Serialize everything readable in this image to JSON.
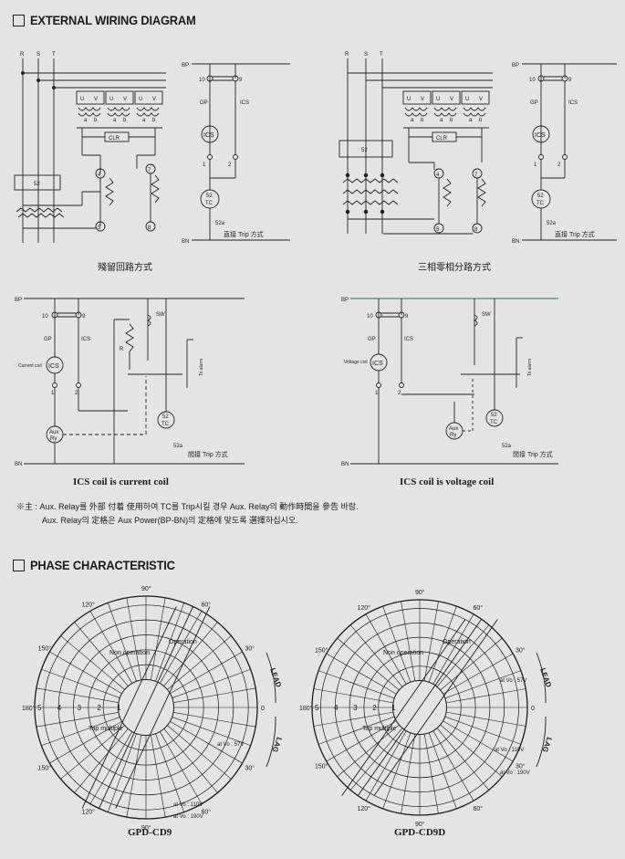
{
  "sections": {
    "wiring_title": "EXTERNAL WIRING DIAGRAM",
    "phase_title": "PHASE CHARACTERISTIC"
  },
  "labels": {
    "R": "R",
    "S": "S",
    "T": "T",
    "BP": "BP",
    "BN": "BN",
    "U": "U",
    "V": "V",
    "a": "a",
    "b": "b",
    "CLR": "CLR",
    "ICS": "ICS",
    "GP": "GP",
    "SW": "SW",
    "n52": "52",
    "TC": "TC",
    "n52a": "52a",
    "n10": "10",
    "n9": "9",
    "n1": "1",
    "n2": "2",
    "n4": "4",
    "n5": "5",
    "n7": "7",
    "n8": "8",
    "Aux": "Aux",
    "Ry": "Ry",
    "to_alarm": "To alarm",
    "Rlabel": "R",
    "current_coil": "Current coil",
    "voltage_coil": "Voltage coil",
    "direct_trip": "直接 Trip 方式",
    "indirect_trip": "間接 Trip 方式"
  },
  "captions": {
    "residual": "殘留回路方式",
    "three_phase": "三相零相分路方式",
    "current_coil": "ICS coil is current coil",
    "voltage_coil": "ICS coil is voltage coil"
  },
  "notes": {
    "line1": "※主 : Aux. Relay를 外部 付着 使用하여 TC를 Trip시킬 경우 Aux. Relay의 動作時間을 參告 바람.",
    "line2": "Aux. Relay의 定格은 Aux Power(BP-BN)의 定格에 맞도록 選擇하십시오."
  },
  "polar": {
    "angles": [
      "90°",
      "60°",
      "30°",
      "0",
      "30°",
      "60°",
      "90°",
      "120°",
      "150°",
      "180°",
      "150°",
      "120°"
    ],
    "radii": [
      "5",
      "4",
      "3",
      "2",
      "1"
    ],
    "lead": "LEAD",
    "lag": "LAG",
    "operation": "Operation",
    "non_operation": "Non operation",
    "tap_multiple": "Tap multiple",
    "vo57": "at Vo : 57V",
    "vo110": "at Vo : 110V",
    "vo190": "at Vo : 190V",
    "name1": "GPD-CD9",
    "name2": "GPD-CD9D"
  }
}
